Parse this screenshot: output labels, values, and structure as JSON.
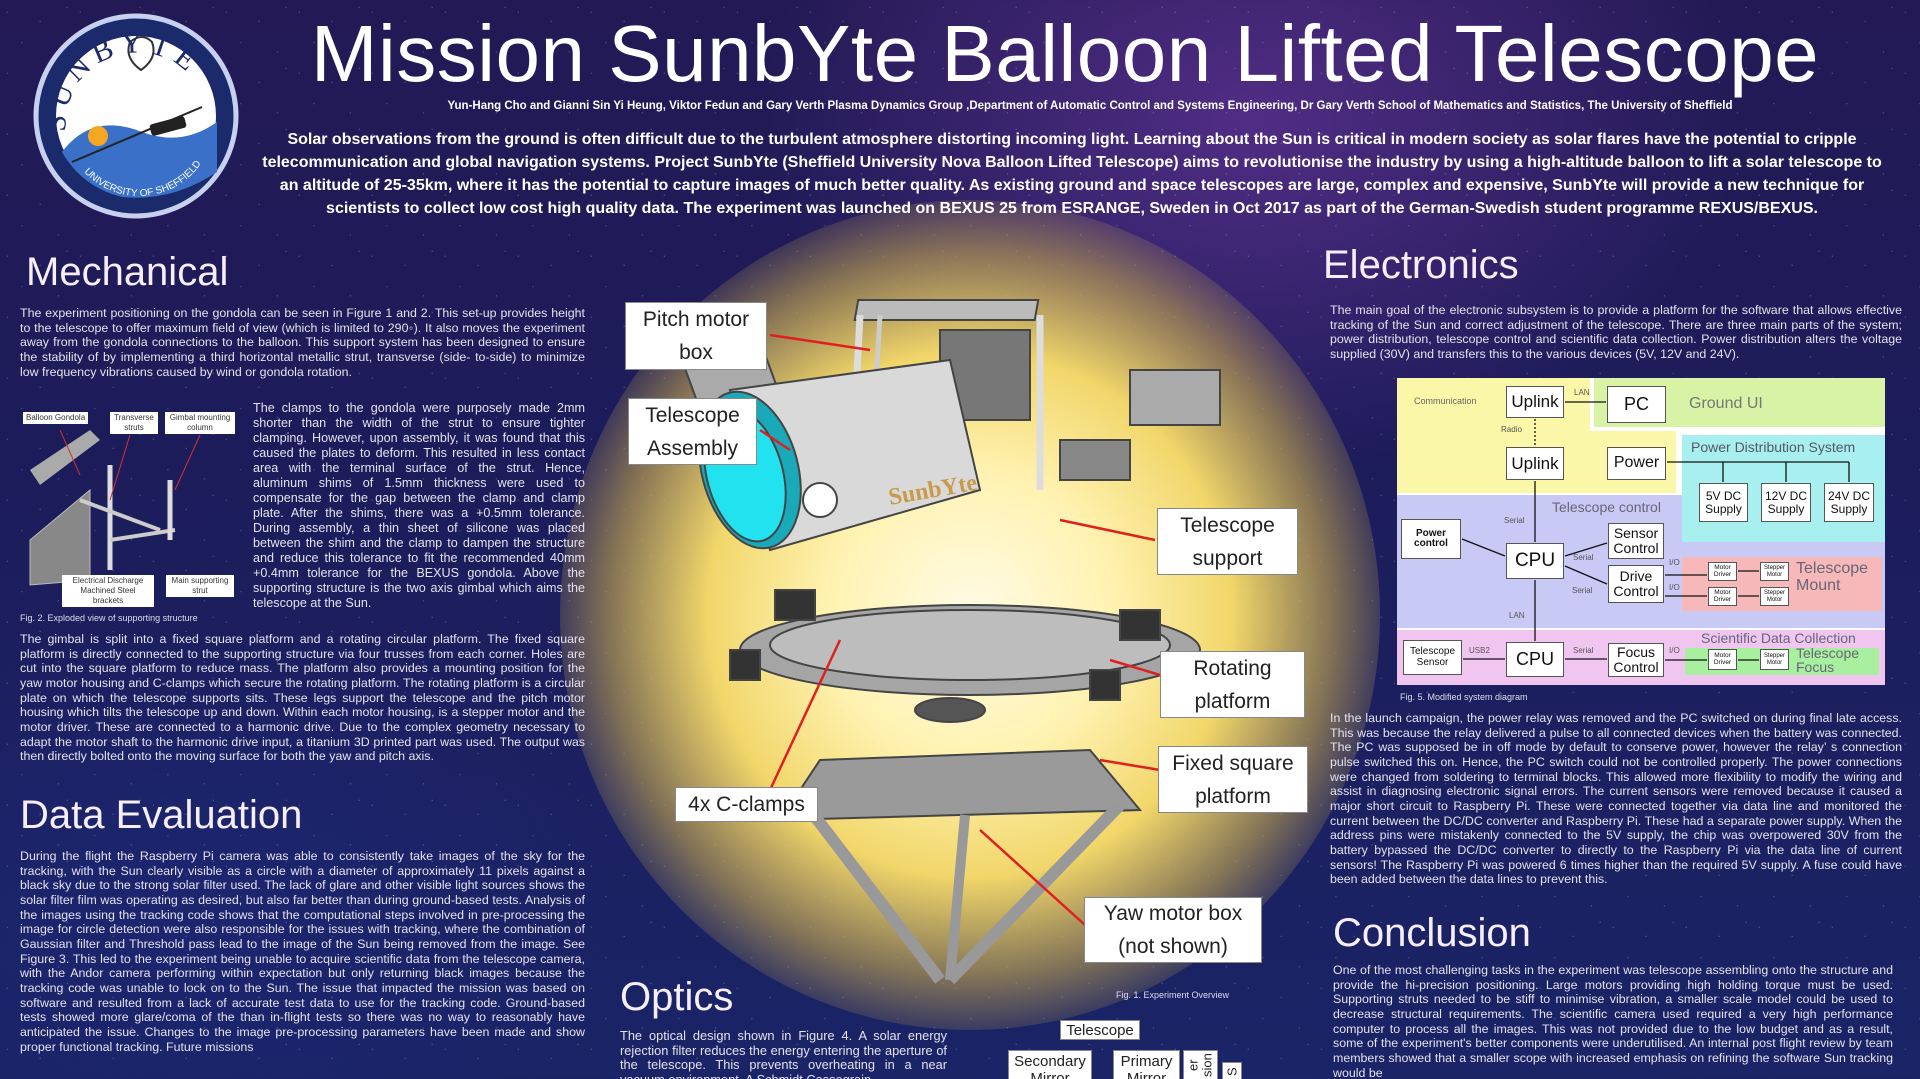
{
  "header": {
    "title": "Mission SunbYte Balloon Lifted Telescope",
    "authors": "Yun-Hang Cho and Gianni Sin Yi Heung, Viktor Fedun and Gary Verth Plasma Dynamics Group ,Department of Automatic Control and Systems Engineering, Dr Gary Verth School of Mathematics and Statistics, The University of Sheffield",
    "abstract": "Solar observations from the ground is often difficult due to the turbulent atmosphere distorting incoming light. Learning about the Sun is critical in modern society as solar flares have the potential to cripple telecommunication and global navigation systems. Project SunbYte (Sheffield University Nova Balloon Lifted Telescope) aims to revolutionise the industry by using a high-altitude balloon to lift a solar telescope to an altitude of 25-35km, where it has the potential to capture images of much better quality. As existing ground and space telescopes are large, complex and expensive, SunbYte will provide a new technique for scientists to collect low cost high quality data. The experiment was launched on BEXUS 25 from ESRANGE, Sweden in Oct 2017 as part of the German-Swedish student programme REXUS/BEXUS."
  },
  "logo": {
    "top_text": "SUNBYTE",
    "bottom_text": "UNIVERSITY OF SHEFFIELD"
  },
  "mechanical": {
    "heading": "Mechanical",
    "p1": "The experiment positioning on the gondola can be seen in Figure 1 and 2. This set-up provides height to the telescope to offer maximum field of view (which is limited to 290◦). It also moves the experiment away from the gondola connections to the balloon. This support system has been designed to ensure the stability of by implementing a third horizontal metallic strut, transverse (side- to-side) to minimize low frequency vibrations caused by wind or gondola rotation.",
    "p2": "The clamps to the gondola were purposely made 2mm shorter than the width of the strut to ensure tighter clamping. However, upon assembly, it was found that this caused the plates to deform. This resulted in less contact area with the terminal surface of the strut. Hence, aluminum shims of 1.5mm thickness were used to compensate for the gap between the clamp and clamp plate. After the shims, there was a +0.5mm tolerance. During assembly, a thin sheet of silicone was placed between the shim and the clamp to dampen the structure and reduce this tolerance to fit the recommended 40mm +0.4mm tolerance for the BEXUS gondola. Above the supporting structure is the two axis gimbal which aims the telescope at the Sun.",
    "p3": "The gimbal is split into a fixed square platform and a rotating circular platform. The fixed square platform is directly connected to the supporting structure via four trusses from each corner. Holes are cut into the square platform to reduce mass. The platform also provides a mounting position for the yaw motor housing and C-clamps which secure the rotating platform. The rotating platform is a circular plate on which the telescope supports sits. These legs support the telescope and the pitch motor housing which tilts the telescope up and down. Within each motor housing, is a stepper motor and the motor driver. These are connected to a harmonic drive. Due to the complex geometry necessary to adapt the motor shaft to the harmonic drive input, a titanium 3D printed part was used. The output was then directly bolted onto the moving surface for both the yaw and pitch axis.",
    "fig2": {
      "caption": "Fig. 2. Exploded view of supporting structure",
      "labels": [
        "Balloon Gondola",
        "Transverse struts",
        "Gimbal mounting column",
        "Electrical Discharge Machined Steel brackets",
        "Main supporting strut"
      ]
    }
  },
  "data_evaluation": {
    "heading": "Data Evaluation",
    "p1": "During the flight the Raspberry Pi camera was able to consistently take images of the sky for the tracking, with the Sun clearly visible as a circle with a diameter of approximately 11 pixels against a black sky due to the strong solar filter used. The lack of glare and other visible light sources shows the solar filter film was operating as desired, but also far better than during ground-based tests. Analysis of the images using the tracking code shows that the computational steps involved in pre-processing the image for circle detection were also responsible for the issues with tracking, where the combination of Gaussian filter and Threshold pass lead to the image of the Sun being removed from the image. See Figure 3. This led to the experiment being unable to acquire scientific data from the telescope camera, with the Andor camera performing within expectation but only returning black images because the tracking code was unable to lock on to the Sun. The issue that impacted the mission was based on software and resulted from a lack of accurate test data to use for the tracking code. Ground-based tests showed more glare/coma of the than in-flight tests so there was no way to reasonably have anticipated the issue. Changes to the image pre-processing parameters have been made and show proper functional tracking. Future missions"
  },
  "figure1": {
    "caption": "Fig. 1. Experiment Overview",
    "scope_text": "SunbYte",
    "labels": {
      "pitch": "Pitch motor box",
      "assembly": "Telescope Assembly",
      "support": "Telescope support",
      "rotating": "Rotating platform",
      "fixed": "Fixed square platform",
      "clamps": "4x C-clamps",
      "yaw": "Yaw motor box (not shown)"
    }
  },
  "optics": {
    "heading": "Optics",
    "p1": "The optical design shown in Figure 4. A solar energy rejection filter reduces the energy entering the aperture of the telescope. This prevents overheating in a near vacuum environment. A Schmidt Cassegrain",
    "fig4": {
      "telescope": "Telescope",
      "secondary": "Secondary Mirror",
      "primary": "Primary Mirror",
      "rot1": "er sion",
      "rot2": "S"
    }
  },
  "electronics": {
    "heading": "Electronics",
    "p1": "The main goal of the electronic subsystem is to provide a platform for the software that allows effective tracking of the Sun and correct adjustment of the telescope. There are three main parts of the system; power distribution, telescope control and scientific data collection. Power distribution alters the voltage supplied (30V) and transfers this to the various devices (5V, 12V and 24V).",
    "p2": "In the launch campaign, the power relay was removed and the PC switched on during final late access. This was because the relay delivered a pulse to all connected devices when the battery was connected. The PC was supposed be in off mode by default to conserve power, however the relay’ s connection pulse switched this on. Hence, the PC switch could not be controlled properly. The power connections were changed from soldering to terminal blocks. This allowed more flexibility to modify the wiring and assist in diagnosing electronic signal errors. The current sensors were removed because it caused a major short circuit to Raspberry Pi. These were connected together via data line and monitored the current between the DC/DC converter and Raspberry Pi. These had a separate power supply. When the address pins were mistakenly connected to the 5V supply, the chip was overpowered 30V from the battery bypassed the DC/DC converter to directly to the Raspberry Pi via the data line of current sensors! The Raspberry Pi was powered 6 times higher than the required 5V supply. A fuse could have been added between the data lines to prevent this.",
    "fig5": {
      "caption": "Fig. 5. Modified system diagram",
      "regions": {
        "communication": "Communication",
        "ground": "Ground UI",
        "power_dist": "Power Distribution System",
        "control": "Telescope control",
        "mount": "Telescope Mount",
        "science": "Scientific Data Collection",
        "focus": "Telescope Focus"
      },
      "boxes": {
        "uplink1": "Uplink",
        "pc": "PC",
        "uplink2": "Uplink",
        "power": "Power",
        "v5": "5V DC Supply",
        "v12": "12V DC Supply",
        "v24": "24V DC Supply",
        "power_control": "Power control",
        "cpu1": "CPU",
        "sensor": "Sensor Control",
        "drive": "Drive Control",
        "motor_driver": "Motor Driver",
        "stepper": "Stepper Motor",
        "tel_sensor": "Telescope Sensor",
        "cpu2": "CPU",
        "focus": "Focus Control"
      },
      "links": {
        "lan": "LAN",
        "radio": "Radio",
        "serial": "Serial",
        "io": "I/O",
        "usb2": "USB2"
      },
      "colors": {
        "yellow": "#fbf7a8",
        "green": "#d8f2a6",
        "cyan": "#a8f0f0",
        "purple": "#c9c9f5",
        "pink": "#f6b8b8",
        "magenta": "#f0c6f0",
        "focus_green": "#a8f0a0"
      }
    }
  },
  "conclusion": {
    "heading": "Conclusion",
    "p1": "One of the most challenging tasks in the experiment was telescope assembling onto the structure and provide the hi-precision positioning. Large motors providing high holding torque must be used. Supporting struts needed to be stiff to minimise vibration, a smaller scale model could be used to decrease structural requirements. The scientific camera used required a very high performance computer to process all the images. This was not provided due to the low budget and as a result, some of the experiment's better components were underutilised. An internal post flight review by team members showed that a smaller scope with increased emphasis on refining the software Sun tracking would be"
  }
}
